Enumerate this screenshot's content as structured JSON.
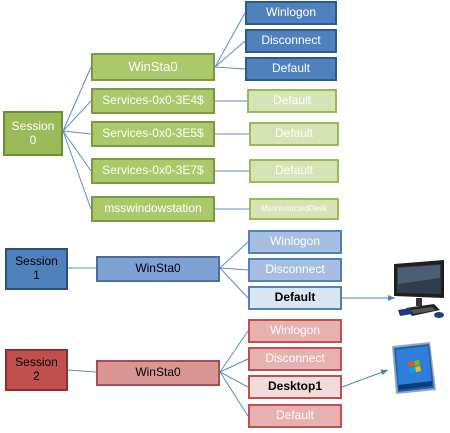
{
  "session0": {
    "label": "Session\n0",
    "stations": {
      "winsta0": {
        "label": "WinSta0",
        "desktops": [
          "Winlogon",
          "Disconnect",
          "Default"
        ]
      },
      "services_3e4": {
        "label": "Services-0x0-3E4$",
        "desktop": "Default"
      },
      "services_3e5": {
        "label": "Services-0x0-3E5$",
        "desktop": "Default"
      },
      "services_3e7": {
        "label": "Services-0x0-3E7$",
        "desktop": "Default"
      },
      "msswindowstation": {
        "label": "msswindowstation",
        "desktop": "MssrestrictedDesk"
      }
    }
  },
  "session1": {
    "label": "Session\n1",
    "station": "WinSta0",
    "desktops": [
      "Winlogon",
      "Disconnect",
      "Default"
    ]
  },
  "session2": {
    "label": "Session\n2",
    "station": "WinSta0",
    "desktops": [
      "Winlogon",
      "Disconnect",
      "Desktop1",
      "Default"
    ]
  },
  "icons": {
    "monitor": "computer-monitor-icon",
    "desktop_screenshot": "windows-desktop-icon"
  },
  "colors": {
    "session0": "#9bbb59",
    "session1": "#4f81bd",
    "session2": "#c0504d"
  }
}
